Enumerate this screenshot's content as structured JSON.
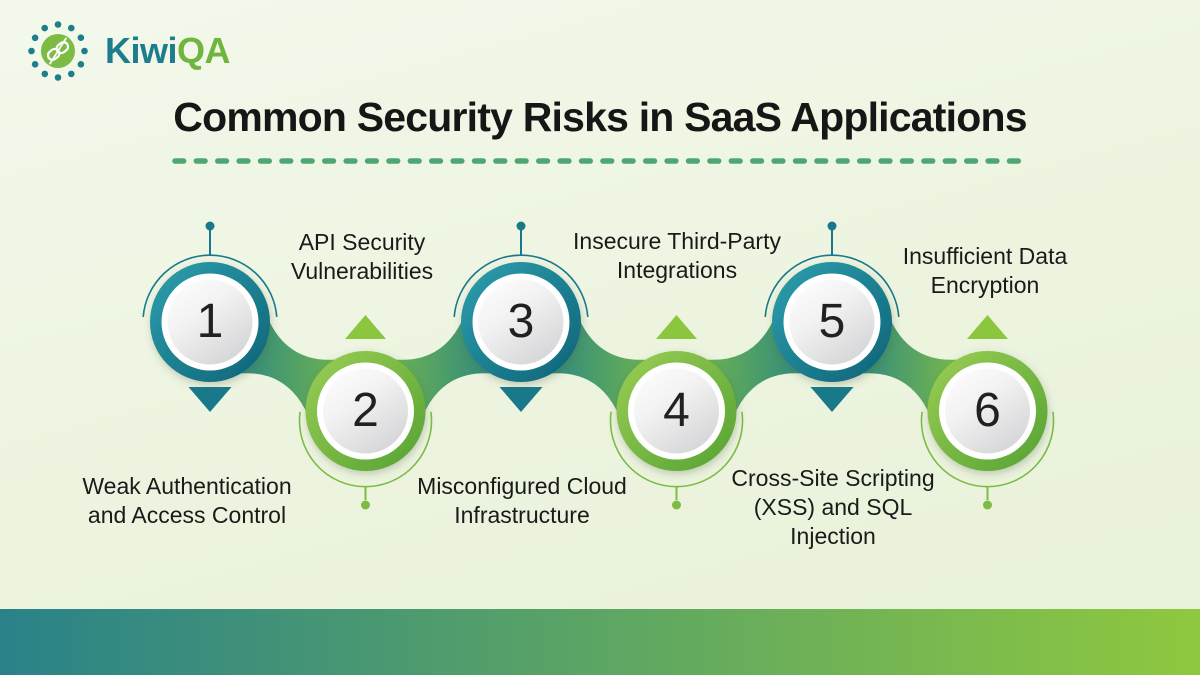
{
  "brand": {
    "name_part1": "Kiwi",
    "name_part2": "QA"
  },
  "header": {
    "title": "Common Security Risks in SaaS Applications"
  },
  "steps": [
    {
      "number": "1",
      "label": "Weak Authentication\nand Access Control",
      "label_position": "below",
      "theme": "teal"
    },
    {
      "number": "2",
      "label": "API Security\nVulnerabilities",
      "label_position": "above",
      "theme": "green"
    },
    {
      "number": "3",
      "label": "Misconfigured Cloud\nInfrastructure",
      "label_position": "below",
      "theme": "teal"
    },
    {
      "number": "4",
      "label": "Insecure Third-Party\nIntegrations",
      "label_position": "above",
      "theme": "green"
    },
    {
      "number": "5",
      "label": "Cross-Site Scripting\n(XSS) and SQL\nInjection",
      "label_position": "below",
      "theme": "teal"
    },
    {
      "number": "6",
      "label": "Insufficient Data\nEncryption",
      "label_position": "above",
      "theme": "green"
    }
  ],
  "colors": {
    "background": "#ECF4DF",
    "teal": "#19798B",
    "green": "#8CC63E",
    "green_line": "#7CBC45",
    "ribbon_teal": "#1F7E8A",
    "ribbon_green": "#7CBD47",
    "ribbon_green_end": "#8CC63E",
    "ring_teal_light": "#2FA0AE",
    "ring_teal_dark": "#0B6277",
    "ring_green_light": "#9BCE55",
    "ring_green_dark": "#55A233",
    "title_text": "#161616",
    "dash_line": "#4EA772",
    "brand_teal": "#1E7D8C",
    "brand_green": "#6FB53E",
    "bar_gradient_left": "#2A8289",
    "bar_gradient_right": "#8FC83F"
  }
}
